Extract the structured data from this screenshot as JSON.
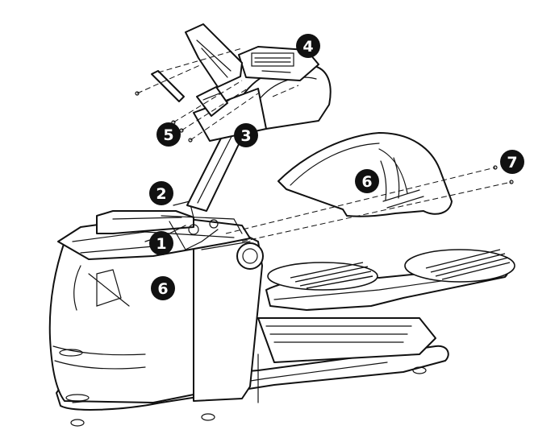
{
  "diagram": {
    "callouts": [
      {
        "id": "callout-1",
        "label": "1"
      },
      {
        "id": "callout-2",
        "label": "2"
      },
      {
        "id": "callout-3",
        "label": "3"
      },
      {
        "id": "callout-4",
        "label": "4"
      },
      {
        "id": "callout-5",
        "label": "5"
      },
      {
        "id": "callout-6-right",
        "label": "6"
      },
      {
        "id": "callout-6-left",
        "label": "6"
      },
      {
        "id": "callout-7",
        "label": "7"
      }
    ],
    "colors": {
      "line": "#111111",
      "callout_fill": "#111111",
      "callout_text": "#ffffff",
      "background": "#ffffff"
    }
  }
}
